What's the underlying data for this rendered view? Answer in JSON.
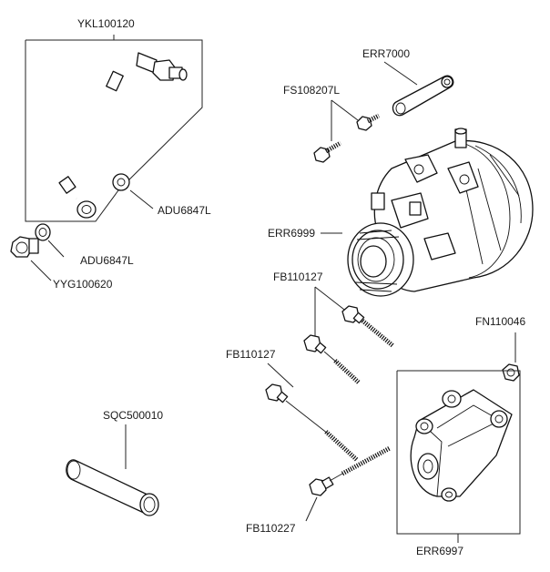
{
  "labels": {
    "ykl100120": "YKL100120",
    "adu6847l_a": "ADU6847L",
    "adu6847l_b": "ADU6847L",
    "yyg100620": "YYG100620",
    "err7000": "ERR7000",
    "fs108207l": "FS108207L",
    "err6999": "ERR6999",
    "fb110127_a": "FB110127",
    "fb110127_b": "FB110127",
    "fn110046": "FN110046",
    "sqc500010": "SQC500010",
    "fb110227": "FB110227",
    "err6997": "ERR6997"
  }
}
